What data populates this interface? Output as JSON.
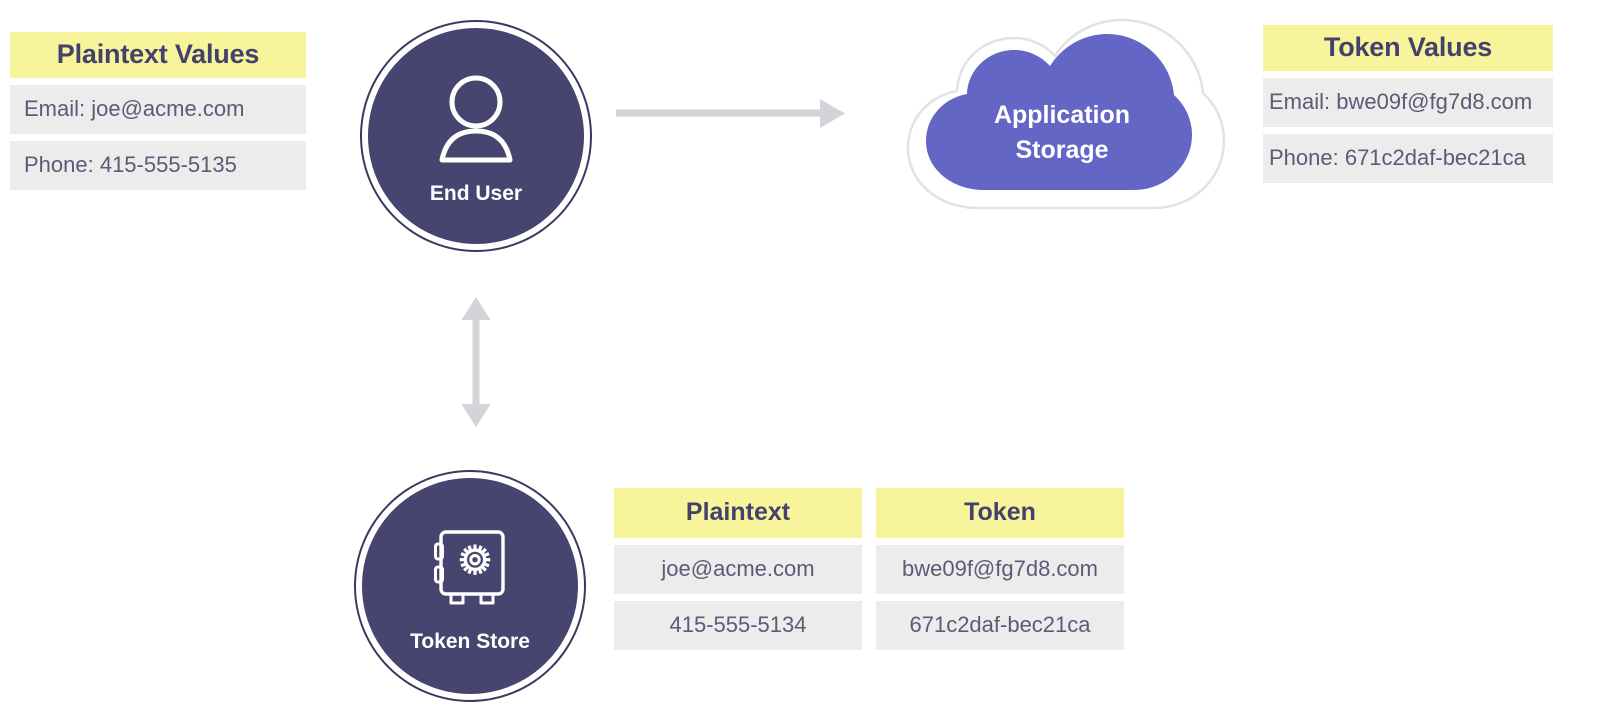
{
  "left_panel": {
    "title": "Plaintext Values",
    "rows": [
      "Email: joe@acme.com",
      "Phone: 415-555-5135"
    ]
  },
  "right_panel": {
    "title": "Token Values",
    "rows": [
      "Email: bwe09f@fg7d8.com",
      "Phone: 671c2daf-bec21ca"
    ]
  },
  "nodes": {
    "end_user": {
      "label": "End User",
      "icon": "user-icon"
    },
    "token_store": {
      "label": "Token Store",
      "icon": "safe-icon"
    },
    "application_storage": {
      "label_line1": "Application",
      "label_line2": "Storage",
      "icon": "cloud-icon"
    }
  },
  "arrows": {
    "user_to_cloud": "arrow-right-icon",
    "user_to_store": "arrow-up-down-icon"
  },
  "mapping_table": {
    "headers": [
      "Plaintext",
      "Token"
    ],
    "rows": [
      [
        "joe@acme.com",
        "bwe09f@fg7d8.com"
      ],
      [
        "415-555-5134",
        "671c2daf-bec21ca"
      ]
    ]
  },
  "colors": {
    "highlight_yellow": "#F8F49C",
    "row_gray": "#ECECEC",
    "dark_navy": "#474570",
    "cloud_indigo": "#6366C4",
    "arrow_gray": "#D3D3DA",
    "body_text": "#5C5B77"
  }
}
